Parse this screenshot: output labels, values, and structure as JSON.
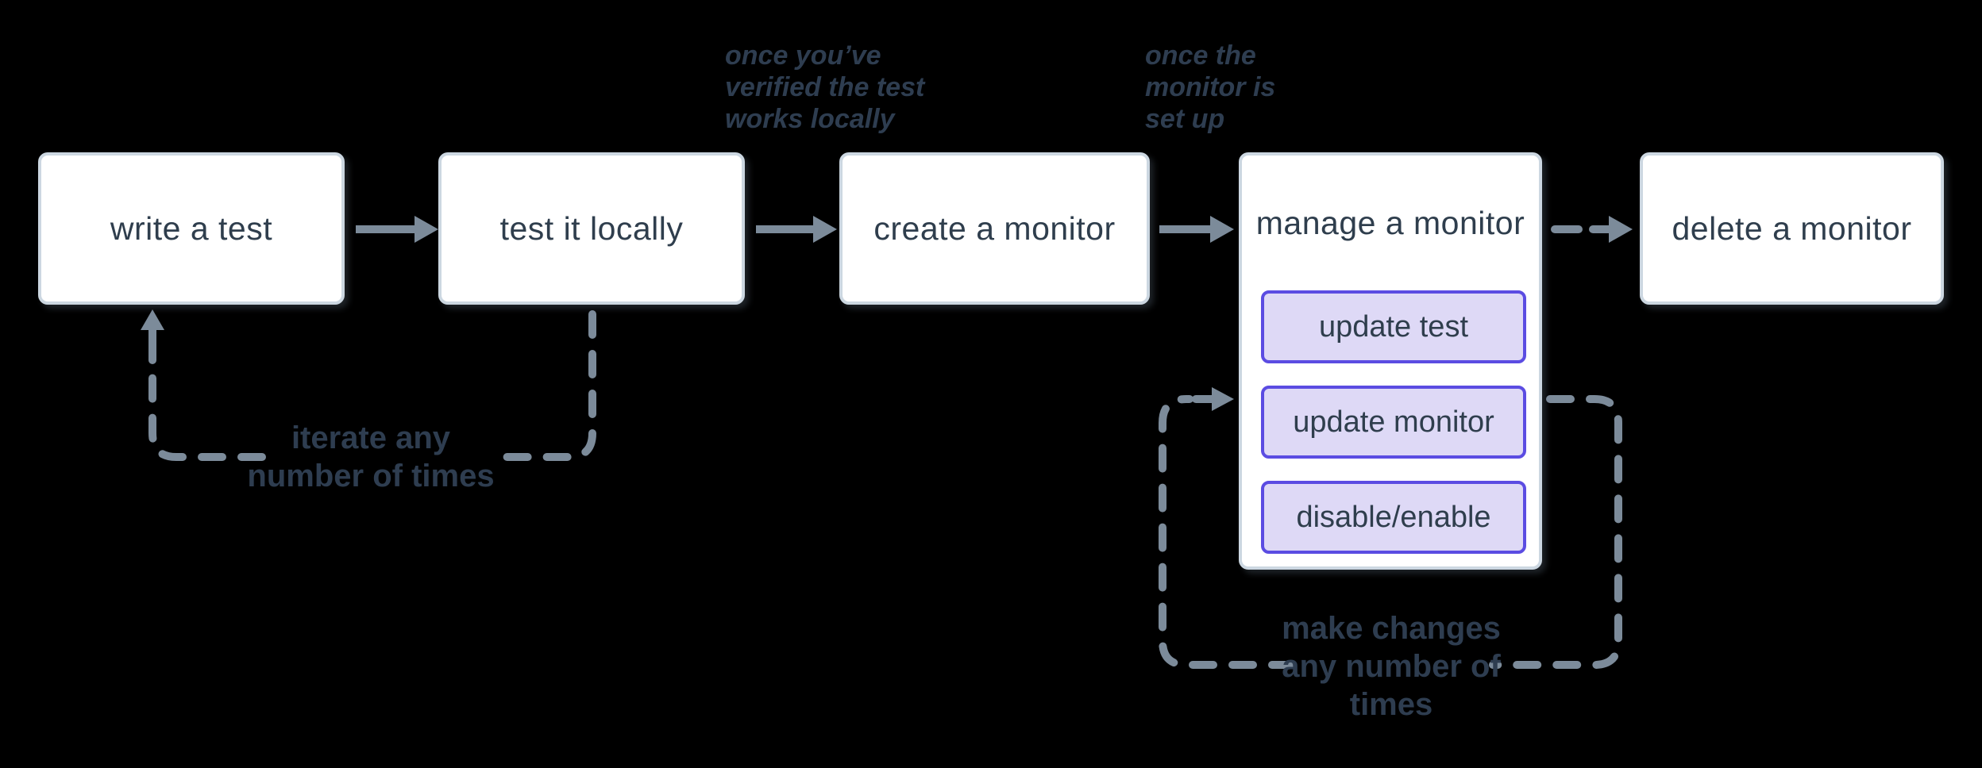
{
  "colors": {
    "background": "#000000",
    "box_fill": "#ffffff",
    "box_border": "#ccd7e1",
    "box_text": "#2f3e4d",
    "accent_purple": "#5b4ce2",
    "purple_button_fill": "#ded9f6",
    "arrow_gray": "#7c8b9a",
    "note_text": "#2e3d50"
  },
  "flow": {
    "boxes": [
      {
        "label": "write a test"
      },
      {
        "label": "test it locally"
      },
      {
        "label": "create a monitor"
      },
      {
        "label": "manage a monitor"
      },
      {
        "label": "delete a monitor"
      }
    ],
    "manage_actions": [
      {
        "label": "update test"
      },
      {
        "label": "update monitor"
      },
      {
        "label": "disable/enable"
      }
    ],
    "annotations": {
      "verified": {
        "lines": [
          "once you’ve",
          "verified the test",
          "works locally"
        ]
      },
      "setup": {
        "lines": [
          "once the",
          "monitor is",
          "set up"
        ]
      },
      "iterate": {
        "lines": [
          "iterate any",
          "number of times"
        ]
      },
      "make_changes": {
        "lines": [
          "make changes",
          "any number of",
          "times"
        ]
      }
    }
  }
}
